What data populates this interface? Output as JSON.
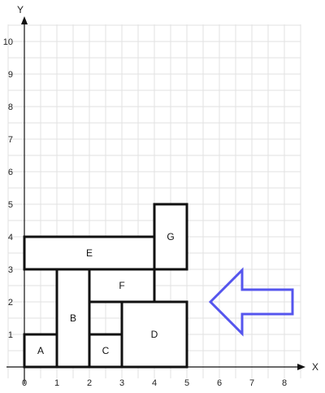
{
  "axes": {
    "x_name": "X",
    "y_name": "Y",
    "x_ticks": [
      "0",
      "1",
      "2",
      "3",
      "4",
      "5",
      "6",
      "7",
      "8"
    ],
    "y_ticks": [
      "0",
      "1",
      "2",
      "3",
      "4",
      "5",
      "6",
      "7",
      "8",
      "9",
      "10"
    ]
  },
  "rectangles": [
    {
      "label": "A",
      "x0": 0,
      "y0": 0,
      "x1": 1,
      "y1": 1
    },
    {
      "label": "B",
      "x0": 1,
      "y0": 0,
      "x1": 2,
      "y1": 3
    },
    {
      "label": "C",
      "x0": 2,
      "y0": 0,
      "x1": 3,
      "y1": 1
    },
    {
      "label": "D",
      "x0": 3,
      "y0": 0,
      "x1": 5,
      "y1": 2
    },
    {
      "label": "F",
      "x0": 2,
      "y0": 2,
      "x1": 4,
      "y1": 3
    },
    {
      "label": "E",
      "x0": 0,
      "y0": 3,
      "x1": 4,
      "y1": 4
    },
    {
      "label": "G",
      "x0": 4,
      "y0": 3,
      "x1": 5,
      "y1": 5
    }
  ],
  "arrow": {
    "direction": "left",
    "color": "#5555ee"
  },
  "colors": {
    "grid": "#e2e2e2",
    "axis": "#111111",
    "rect_stroke": "#111111",
    "rect_fill": "#ffffff"
  }
}
